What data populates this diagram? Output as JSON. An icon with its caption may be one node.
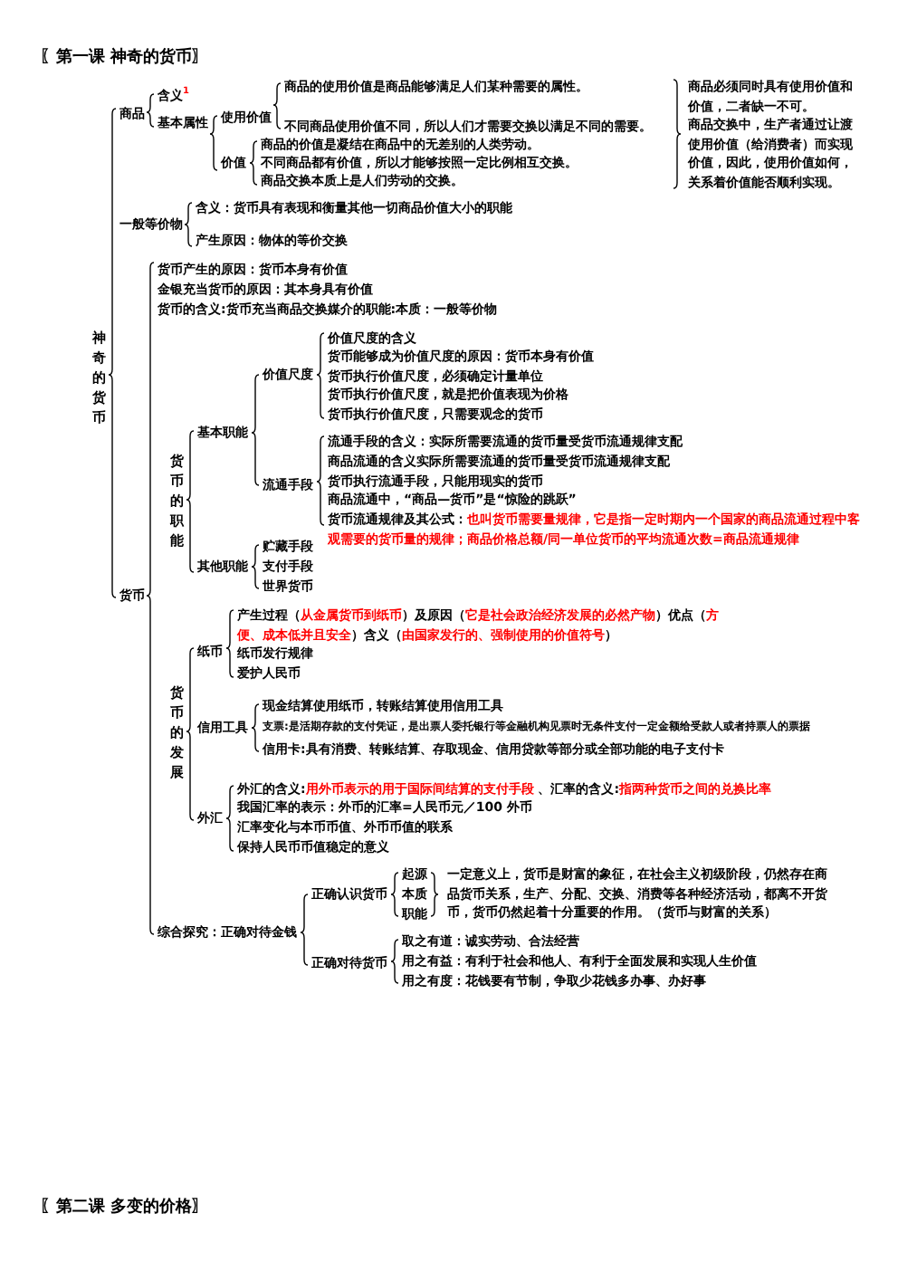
{
  "diagram": {
    "title": "〖第一课 神奇的货币〗",
    "labels": [
      "神奇的货币",
      "商品",
      "含义$^{1}$",
      "基本属性",
      "使用价值",
      "商品的使用价值是商品能够满足人们某种需要的属性。",
      "不同商品使用价值不同，所以人们才需要交换以满足不同的需要。",
      "价值",
      "商品的价值是凝结在商品中的无差别的人类劳动。",
      "不同商品都有价值，所以才能够按照一定比例相互交换。",
      "商品交换本质上是人们劳动的交换。",
      "商品必须同时具有使用价值和价值，二者缺一不可。",
      "商品交换中，生产者通过让渡使用价值（给消费者）而实现价值，因此，使用价值如何，关系着价值能否顺利实现。",
      "一般等价物",
      "含义：货币具有表现和衡量其他一切商品价值大小的职能",
      "产生原因：物体的等价交换",
      "货币",
      "货币产生的原因：货币本身有价值",
      "金银充当货币的原因：其本身具有价值",
      "货币的含义:货币充当商品交换媒介的职能:本质：一般等价物",
      "货币的职能",
      "基本职能",
      "价值尺度",
      "价值尺度的含义",
      "货币能够成为价值尺度的原因：货币本身有价值",
      "货币执行价值尺度，必须确定计量单位",
      "货币执行价值尺度，就是把价值表现为价格",
      "货币执行价值尺度，只需要观念的货币",
      "流通手段",
      "流通手段的含义：实际所需要流通的货币量受货币流通规律支配",
      "商品流通的含义实际所需要流通的货币量受货币流通规律支配",
      "货币执行流通手段，只能用现实的货币",
      "商品流通中，“商品—货币”是“惊险的跳跃”",
      "货币流通规律及其公式：**也叫货币需要量规律，它是指一定时期内一个国家的商品流通过程中客观需要的货币量的规律；商品价格总额/同一单位货币的平均流通次数=商品流通规律**",
      "其他职能",
      "贮藏手段",
      "支付手段",
      "世界货币",
      "货币的发展",
      "纸币",
      "产生过程（**从金属货币到纸币**）及原因（**它是社会政治经济发展的必然产物**）优点（**方便、成本低并且安全**）含义（**由国家发行的、强制使用的价值符号**）",
      "纸币发行规律",
      "爱护人民币",
      "信用工具",
      "现金结算使用纸币，转账结算使用信用工具",
      "支票:是活期存款的支付凭证，是出票人委托银行等金融机构见票时无条件支付一定金额给受款人或者持票人的票据",
      "信用卡:具有消费、转账结算、存取现金、信用贷款等部分或全部功能的电子支付卡",
      "外汇",
      "外汇的含义:**用外币表示的用于国际间结算的支付手段** 、汇率的含义:**指两种货币之间的兑换比率**",
      "我国汇率的表示：外币的汇率=人民币元／100 外币",
      "汇率变化与本币币值、外币币值的联系",
      "保持人民币币值稳定的意义",
      "综合探究：正确对待金钱",
      "正确认识货币",
      "起源",
      "本质",
      "职能",
      "一定意义上，货币是财富的象征，在社会主义初级阶段，仍然存在商品货币关系，生产、分配、交换、消费等各种经济活动，都离不开货币，货币仍然起着十分重要的作用。（货币与财富的关系）",
      "正确对待货币",
      "取之有道：诚实劳动、合法经营",
      "用之有益：有利于社会和他人、有利于全面发展和实现人生价值",
      "用之有度：花钱要有节制，争取少花钱多办事、办好事",
      "〖第二课 多变的价格〗"
    ]
  }
}
